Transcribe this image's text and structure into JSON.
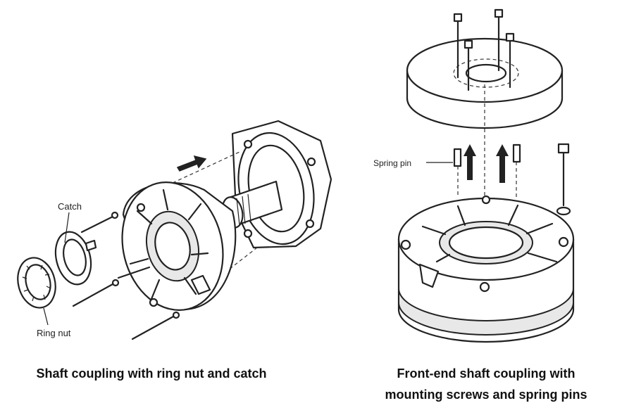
{
  "left_figure": {
    "caption": "Shaft coupling with ring nut and catch",
    "labels": {
      "catch": "Catch",
      "ring_nut": "Ring nut"
    }
  },
  "right_figure": {
    "caption_line1": "Front-end shaft coupling with",
    "caption_line2": "mounting screws and spring pins",
    "labels": {
      "spring_pin": "Spring pin"
    }
  }
}
